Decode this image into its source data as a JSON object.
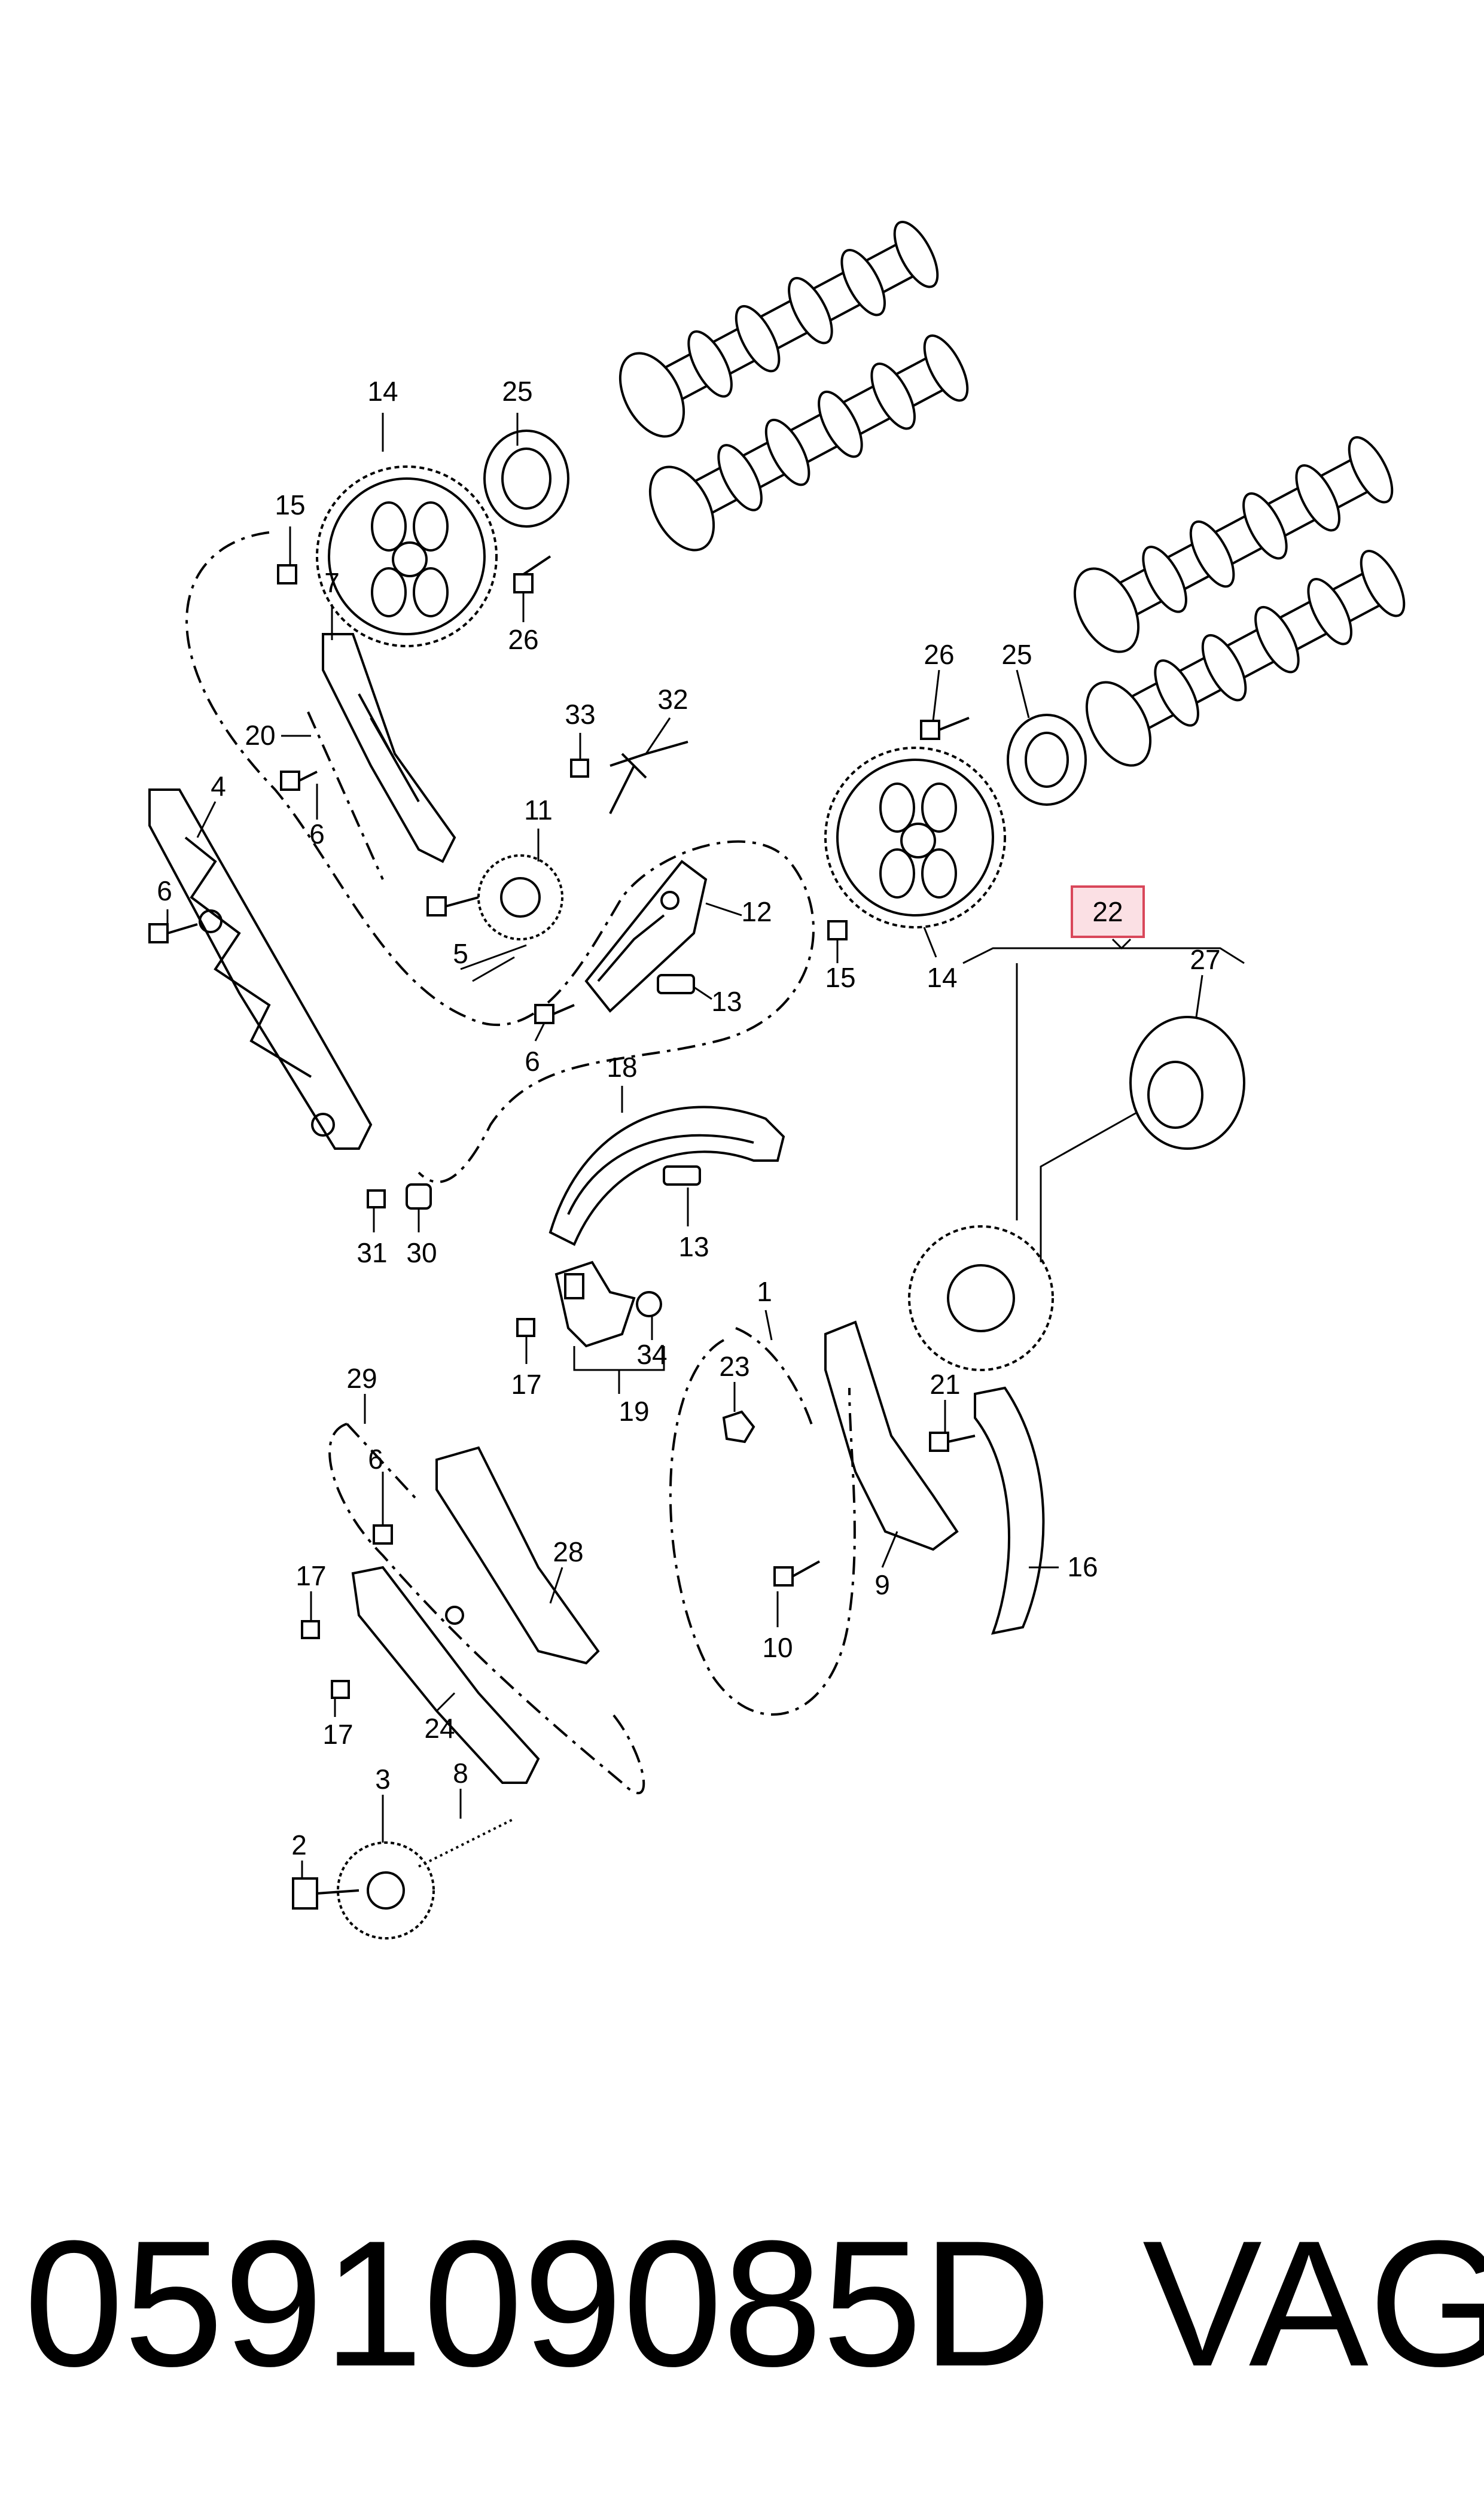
{
  "callouts": [
    "14",
    "25",
    "15",
    "26",
    "7",
    "20",
    "6",
    "4",
    "33",
    "32",
    "11",
    "12",
    "5",
    "13",
    "18",
    "31",
    "30",
    "17",
    "19",
    "34",
    "1",
    "23",
    "21",
    "16",
    "9",
    "10",
    "29",
    "28",
    "24",
    "3",
    "8",
    "2",
    "22",
    "27"
  ],
  "highlighted_callout": "22",
  "footer": {
    "part_number": "059109085D",
    "brand": "VAG"
  }
}
